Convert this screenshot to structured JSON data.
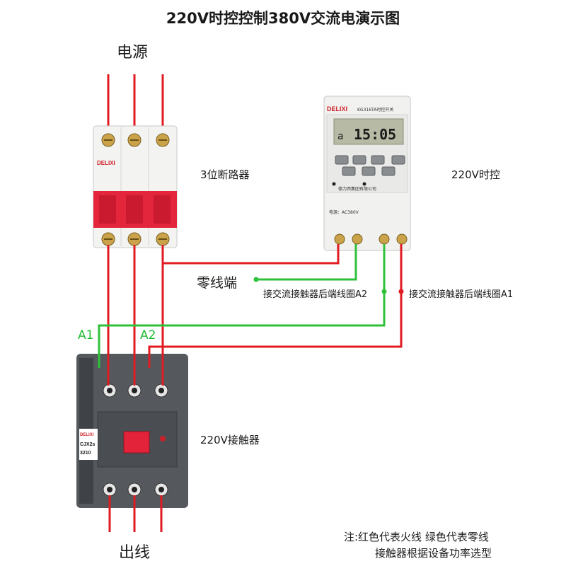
{
  "title": "220V时控控制380V交流电演示图",
  "labels": {
    "power_source": "电源",
    "breaker": "3位断路器",
    "timer": "220V时控",
    "neutral_terminal": "零线端",
    "coil_a2_note": "接交流接触器后端线圈A2",
    "coil_a1_note": "接交流接触器后端线圈A1",
    "terminal_a1": "A1",
    "terminal_a2": "A2",
    "contactor": "220V接触器",
    "output": "出线",
    "note_line1": "注:红色代表火线 绿色代表零线",
    "note_line2": "接触器根据设备功率选型"
  },
  "devices": {
    "breaker_brand": "DELIXI",
    "timer_brand": "DELIXI",
    "timer_model": "KG316TA时控开关",
    "timer_display": "15:05",
    "timer_display_prefix": "a",
    "timer_voltage": "电源：AC380V",
    "timer_company": "德力西集团有限公司",
    "contactor_brand": "DELIXI",
    "contactor_model": "CJX2s",
    "contactor_rating": "3210"
  },
  "colors": {
    "live_wire": "#e01b22",
    "neutral_wire": "#2ec13a",
    "device_grey": "#55595e",
    "breaker_red": "#e3263c"
  }
}
